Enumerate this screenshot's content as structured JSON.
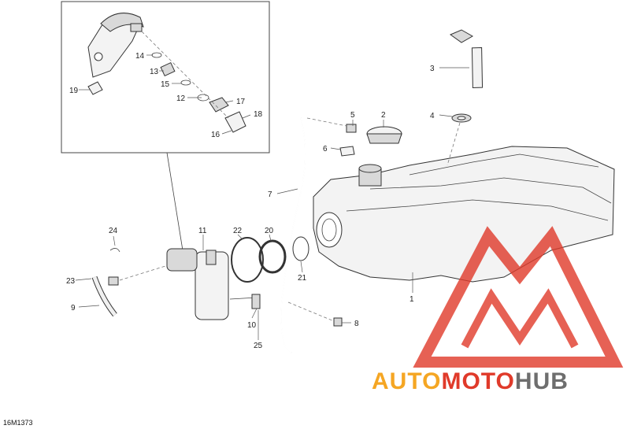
{
  "diagram": {
    "reference_code": "16M1373",
    "callouts": [
      "1",
      "2",
      "3",
      "4",
      "5",
      "6",
      "7",
      "8",
      "9",
      "10",
      "11",
      "12",
      "13",
      "14",
      "15",
      "16",
      "17",
      "18",
      "19",
      "20",
      "21",
      "22",
      "23",
      "24",
      "25"
    ]
  },
  "watermark": {
    "word_part1": "AUTO",
    "word_part2": "MOTO",
    "word_part3": "HUB",
    "color_orange": "#f5a623",
    "color_red": "#e03a2a",
    "color_gray": "#6e6e6e"
  }
}
